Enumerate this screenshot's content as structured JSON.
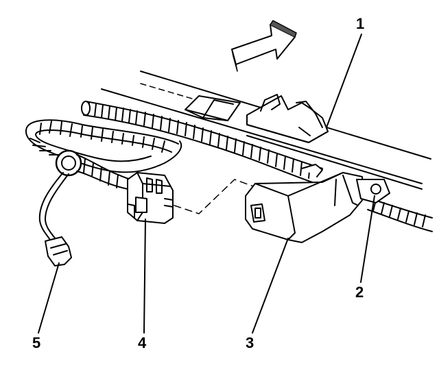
{
  "diagram": {
    "callouts": [
      "1",
      "2",
      "3",
      "4",
      "5"
    ],
    "colors": {
      "line": "#000000",
      "fill": "#ffffff",
      "arrow_shade": "#555555"
    }
  }
}
